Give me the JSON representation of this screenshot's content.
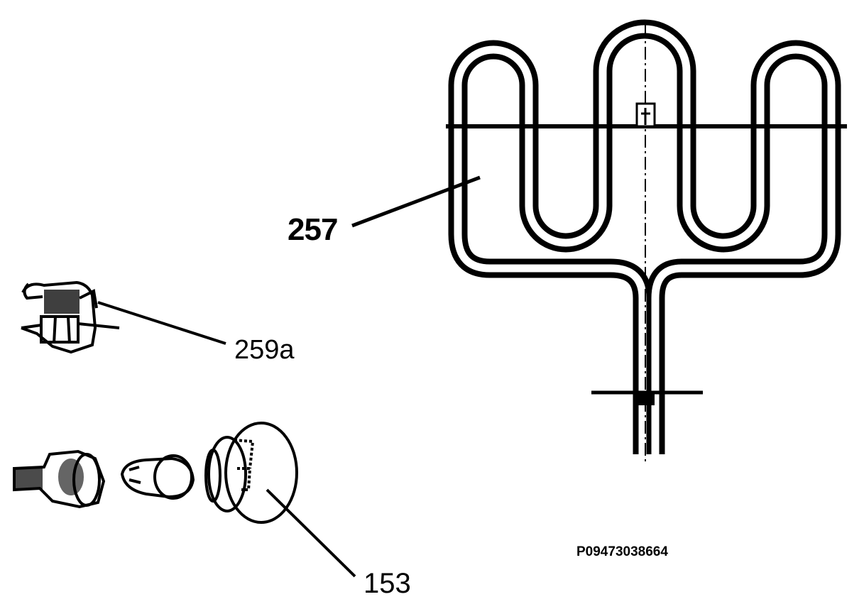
{
  "callouts": {
    "heating_element": "257",
    "lamp_holder_clip": "259a",
    "lamp_assembly": "153"
  },
  "drawing_code": "P09473038664",
  "colors": {
    "ink": "#000000",
    "paper": "#ffffff"
  }
}
